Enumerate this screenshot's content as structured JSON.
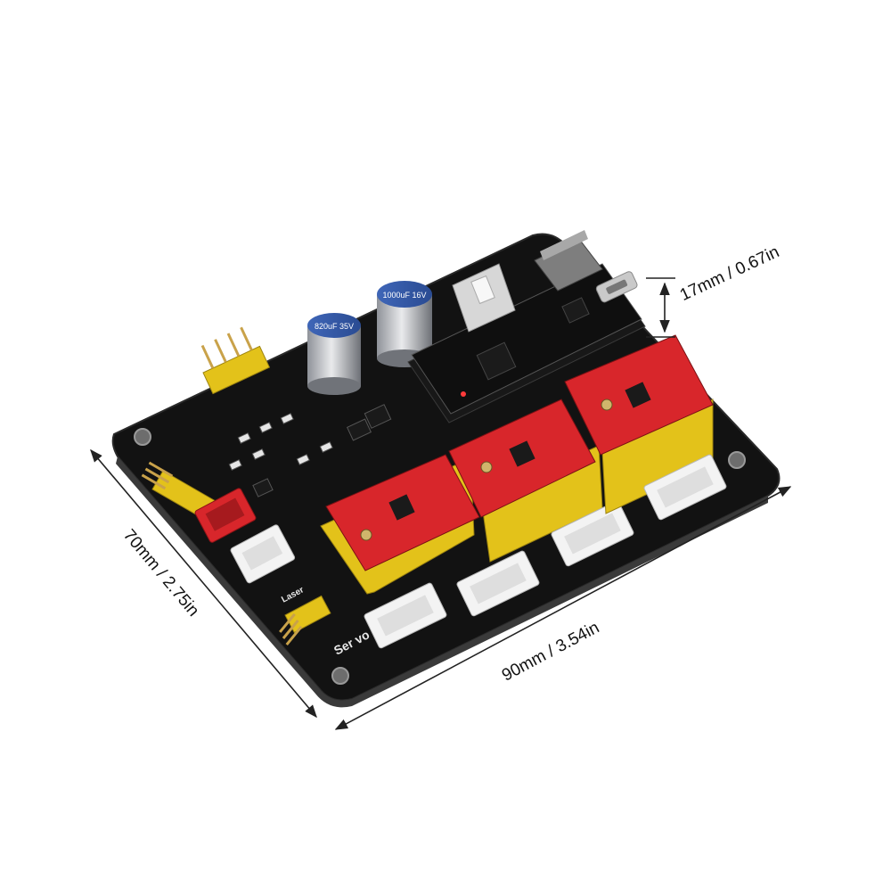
{
  "dimensions": {
    "width_label": "90mm / 3.54in",
    "depth_label": "70mm / 2.75in",
    "height_label": "17mm / 0.67in"
  },
  "board_silkscreen": {
    "servo": "Ser vo",
    "laser": "Laser",
    "capacitor_left": "820uF 35V",
    "capacitor_right": "1000uF 16V"
  },
  "colors": {
    "pcb": "#141414",
    "driver_red": "#d8262b",
    "header_yellow": "#e3c21a",
    "connector_white": "#f3f3f3",
    "dimension_line": "#222222"
  }
}
